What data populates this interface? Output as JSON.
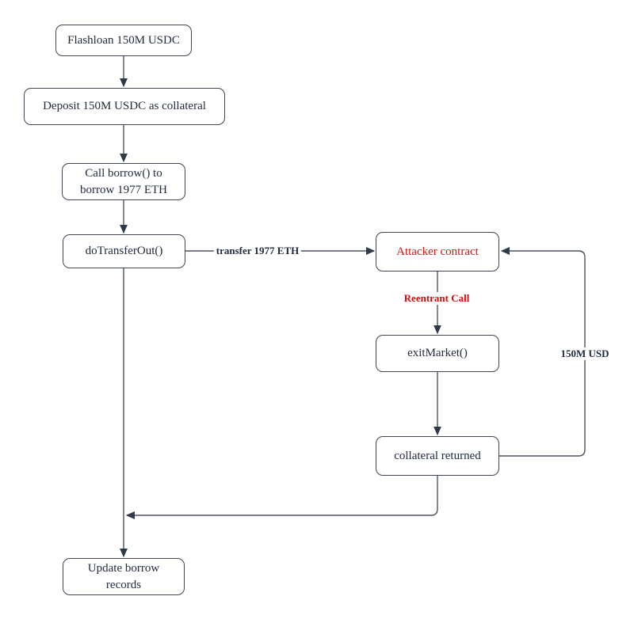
{
  "diagram": {
    "type": "flowchart",
    "topic": "flashloan-reentrancy-attack",
    "colors": {
      "background": "#ffffff",
      "node_border": "#3d4754",
      "node_fill": "#ffffff",
      "node_text": "#1f2a3d",
      "edge_stroke": "#4a5463",
      "arrowhead_fill": "#2e3a48",
      "attacker_red": "#d21717",
      "label_red": "#d60b0b"
    },
    "nodes": {
      "flashloan": {
        "label": "Flashloan 150M USDC"
      },
      "deposit": {
        "label": "Deposit 150M USDC  as collateral"
      },
      "call_borrow": {
        "label": "Call borrow() to borrow 1977 ETH"
      },
      "do_transfer_out": {
        "label": "doTransferOut()"
      },
      "attacker_contract": {
        "label": "Attacker contract"
      },
      "exit_market": {
        "label": "exitMarket()"
      },
      "collateral_returned": {
        "label": "collateral returned"
      },
      "update_borrow_records": {
        "label": "Update borrow records"
      }
    },
    "edges": [
      {
        "from": "flashloan",
        "to": "deposit",
        "label": ""
      },
      {
        "from": "deposit",
        "to": "call_borrow",
        "label": ""
      },
      {
        "from": "call_borrow",
        "to": "do_transfer_out",
        "label": ""
      },
      {
        "from": "do_transfer_out",
        "to": "attacker_contract",
        "label": "transfer 1977 ETH"
      },
      {
        "from": "attacker_contract",
        "to": "exit_market",
        "label": "Reentrant Call"
      },
      {
        "from": "exit_market",
        "to": "collateral_returned",
        "label": ""
      },
      {
        "from": "collateral_returned",
        "to": "attacker_contract",
        "label": "150M USD"
      },
      {
        "from": "collateral_returned",
        "to": "main-flow-merge",
        "label": ""
      },
      {
        "from": "do_transfer_out",
        "to": "update_borrow_records",
        "label": ""
      }
    ]
  }
}
